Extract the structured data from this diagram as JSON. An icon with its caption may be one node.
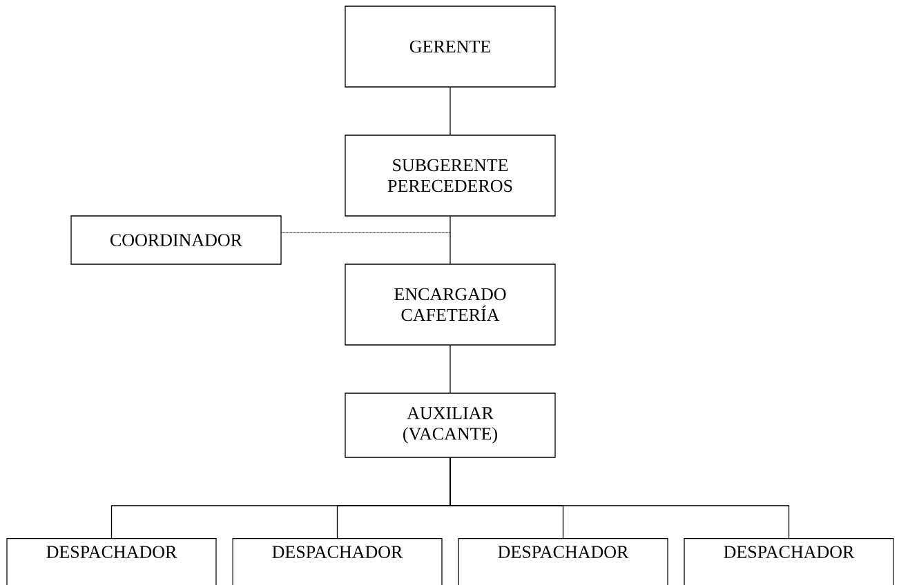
{
  "diagram": {
    "nodes": [
      {
        "text": [
          "GERENTE"
        ]
      },
      {
        "text": [
          "SUBGERENTE PERECEDEROS"
        ]
      },
      {
        "text": [
          "COORDINADOR"
        ]
      },
      {
        "text": [
          "ENCARGADO CAFETERÍA"
        ]
      },
      {
        "text": [
          "AUXILIAR (VACANTE)"
        ]
      },
      {
        "text": [
          "DESPACHADOR"
        ]
      },
      {
        "text": [
          "DESPACHADOR"
        ]
      },
      {
        "text": [
          "DESPACHADOR"
        ]
      },
      {
        "text": [
          "DESPACHADOR"
        ]
      }
    ],
    "edges": [
      {
        "from": 0,
        "to": 1,
        "arrow": "none"
      },
      {
        "from": 1,
        "to": 3,
        "arrow": "none"
      },
      {
        "from": 3,
        "to": 4,
        "arrow": "none"
      },
      {
        "from": 2,
        "to": null,
        "arrow": "none",
        "style": "dashed"
      },
      {
        "from": 4,
        "to": 5,
        "arrow": "none"
      },
      {
        "from": 4,
        "to": 6,
        "arrow": "none"
      },
      {
        "from": 4,
        "to": 7,
        "arrow": "none"
      },
      {
        "from": 4,
        "to": 8,
        "arrow": "none"
      }
    ]
  }
}
